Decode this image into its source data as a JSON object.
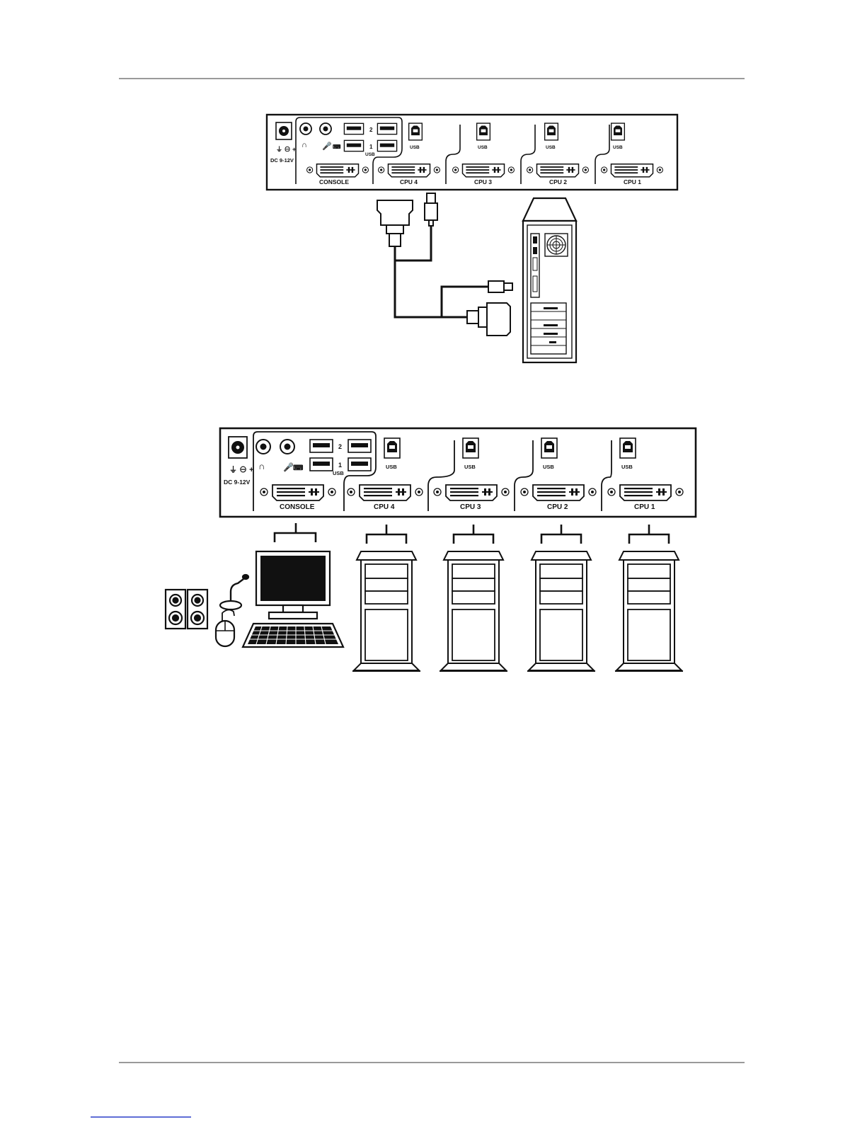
{
  "panel_labels": {
    "console": "CONSOLE",
    "cpu4": "CPU 4",
    "cpu3": "CPU 3",
    "cpu2": "CPU 2",
    "cpu1": "CPU 1",
    "usb": "USB",
    "port2": "2",
    "port1": "1",
    "power": "DC 9-12V"
  },
  "colors": {
    "ink": "#111111",
    "rule": "#9a9a9a",
    "footer_link": "#2a3fc8"
  }
}
